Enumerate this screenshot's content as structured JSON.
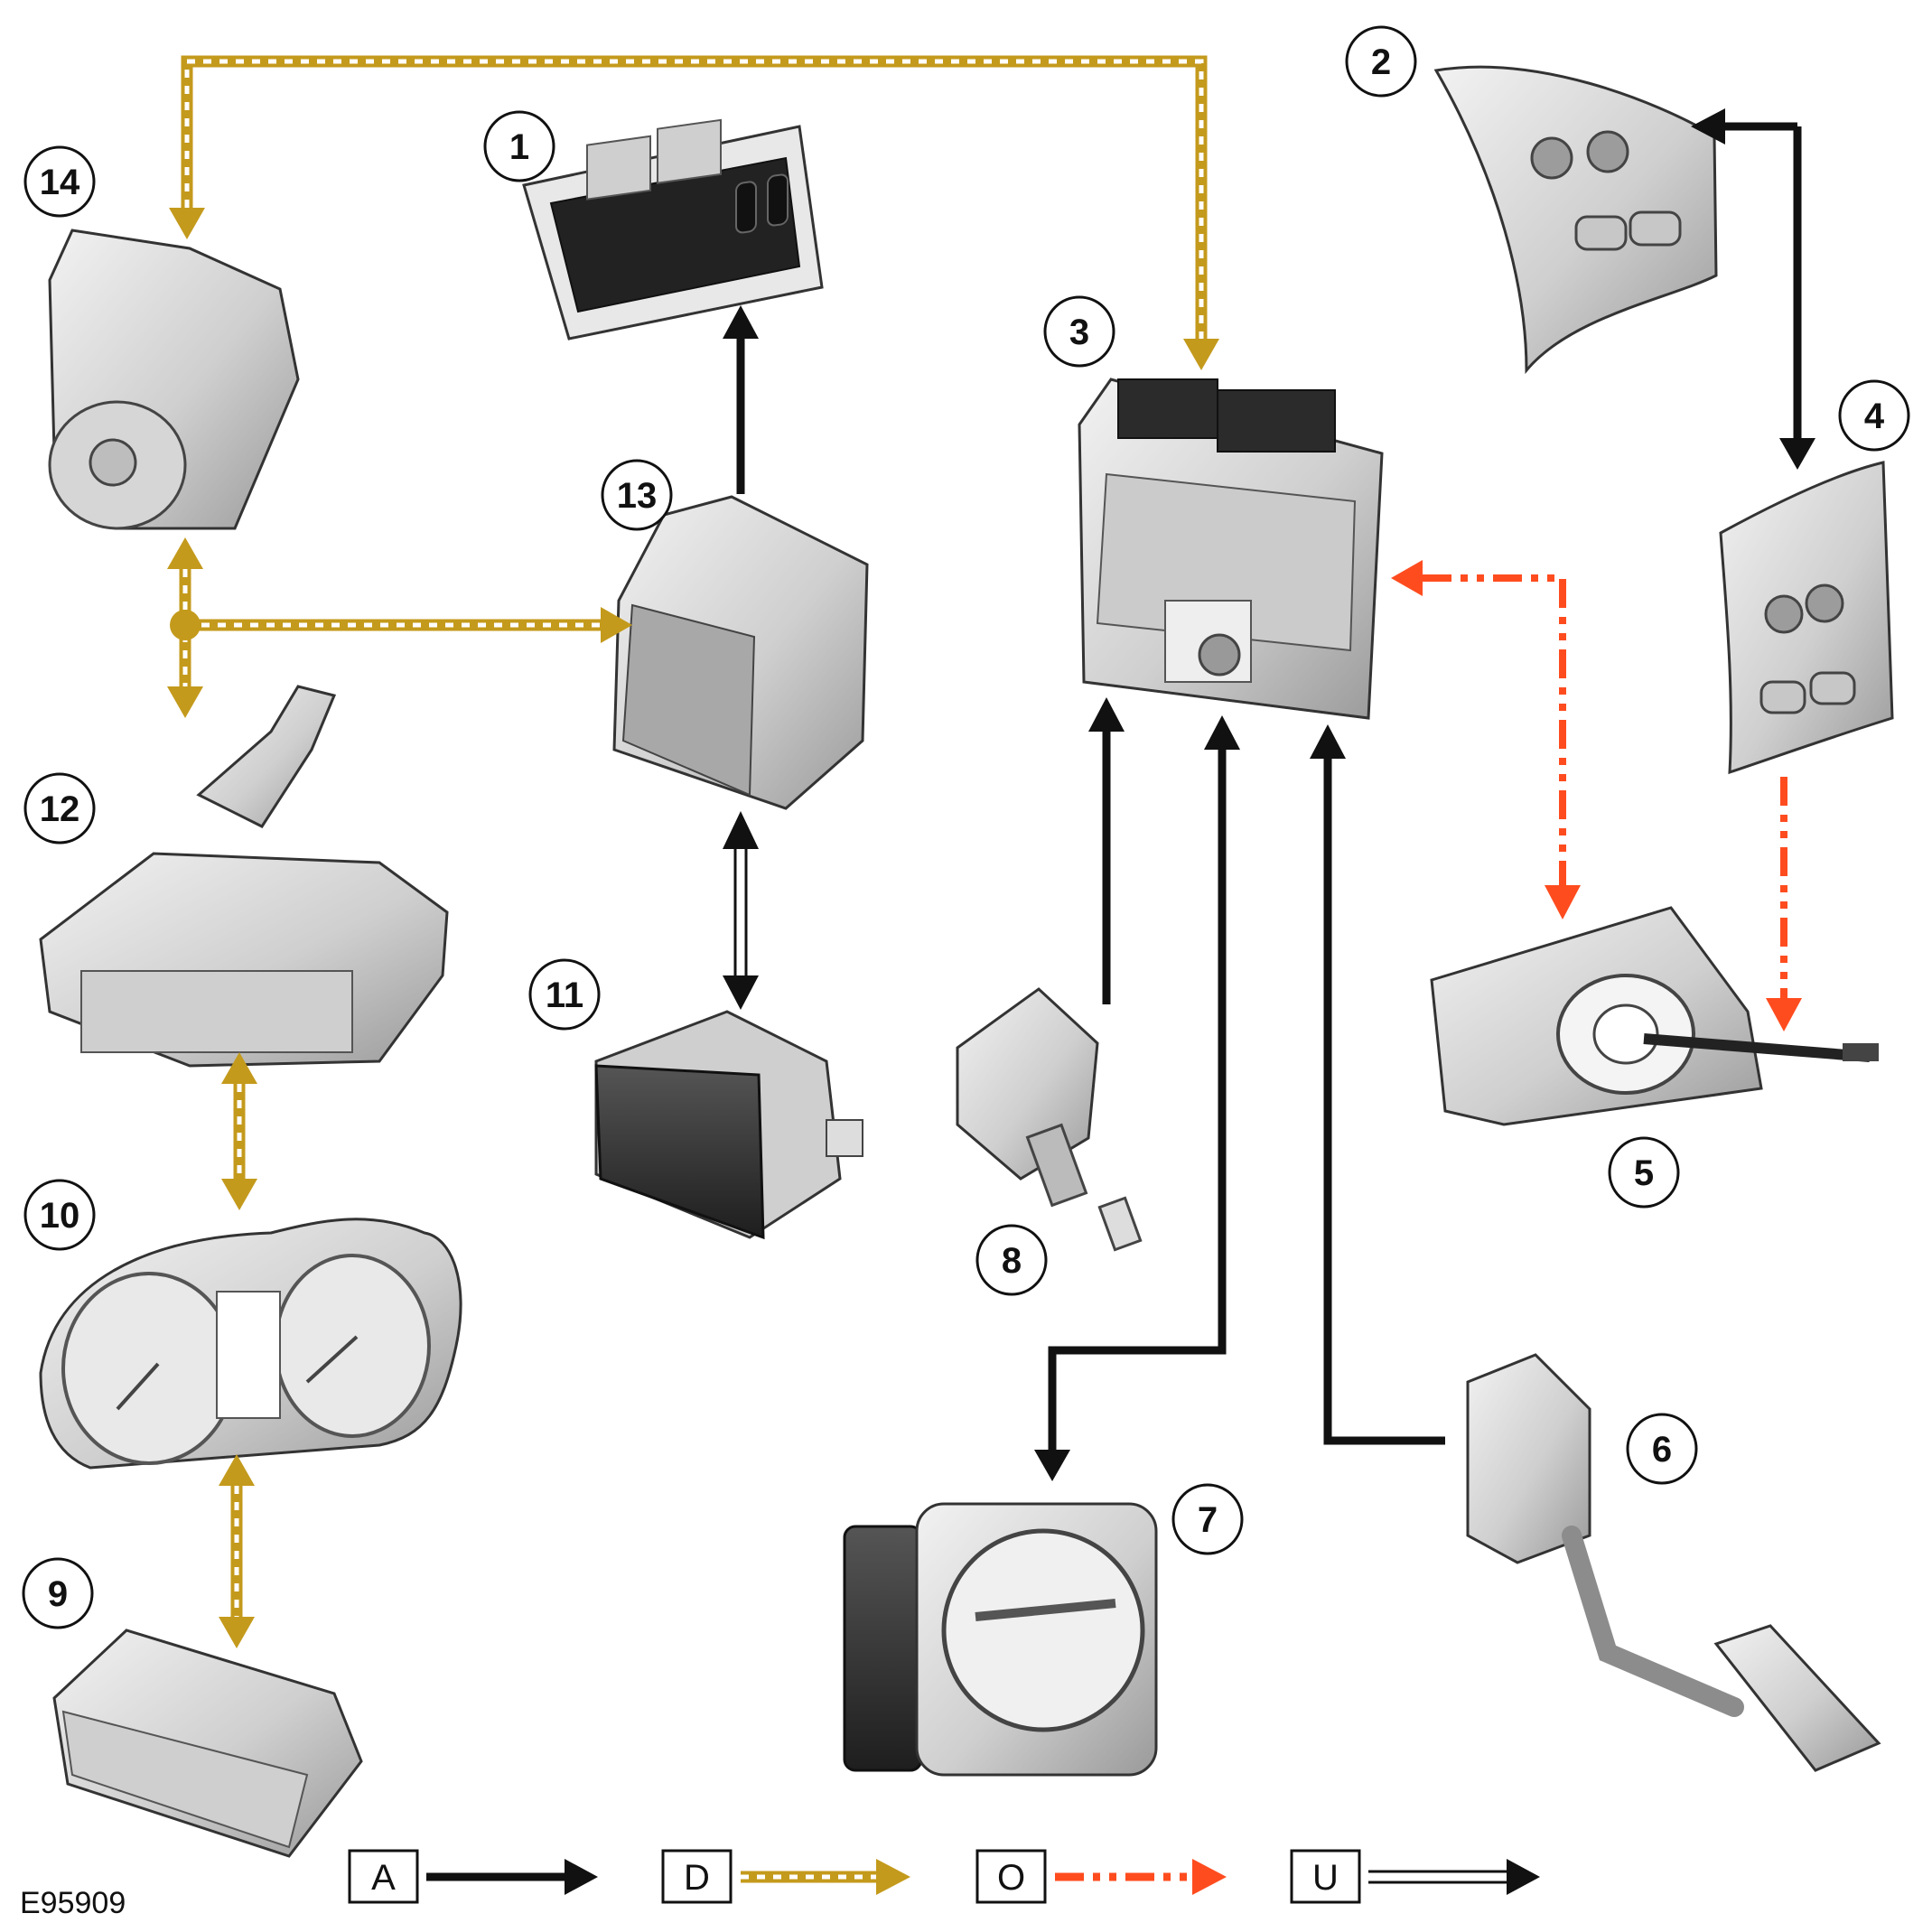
{
  "figure": {
    "reference": "E95909",
    "colors": {
      "black": "#111111",
      "gold": "#c49a1c",
      "orange": "#ff4c1f",
      "component_fill": "#d6d6d6",
      "component_dark": "#3c3c3c"
    }
  },
  "callouts": [
    {
      "id": "c1",
      "label": "1"
    },
    {
      "id": "c2",
      "label": "2"
    },
    {
      "id": "c3",
      "label": "3"
    },
    {
      "id": "c4",
      "label": "4"
    },
    {
      "id": "c5",
      "label": "5"
    },
    {
      "id": "c6",
      "label": "6"
    },
    {
      "id": "c7",
      "label": "7"
    },
    {
      "id": "c8",
      "label": "8"
    },
    {
      "id": "c9",
      "label": "9"
    },
    {
      "id": "c10",
      "label": "10"
    },
    {
      "id": "c11",
      "label": "11"
    },
    {
      "id": "c12",
      "label": "12"
    },
    {
      "id": "c13",
      "label": "13"
    },
    {
      "id": "c14",
      "label": "14"
    }
  ],
  "legend": [
    {
      "key": "A",
      "line_style": "solid-black"
    },
    {
      "key": "D",
      "line_style": "gold-dashed"
    },
    {
      "key": "O",
      "line_style": "orange-dash-dot"
    },
    {
      "key": "U",
      "line_style": "double-outline"
    }
  ]
}
